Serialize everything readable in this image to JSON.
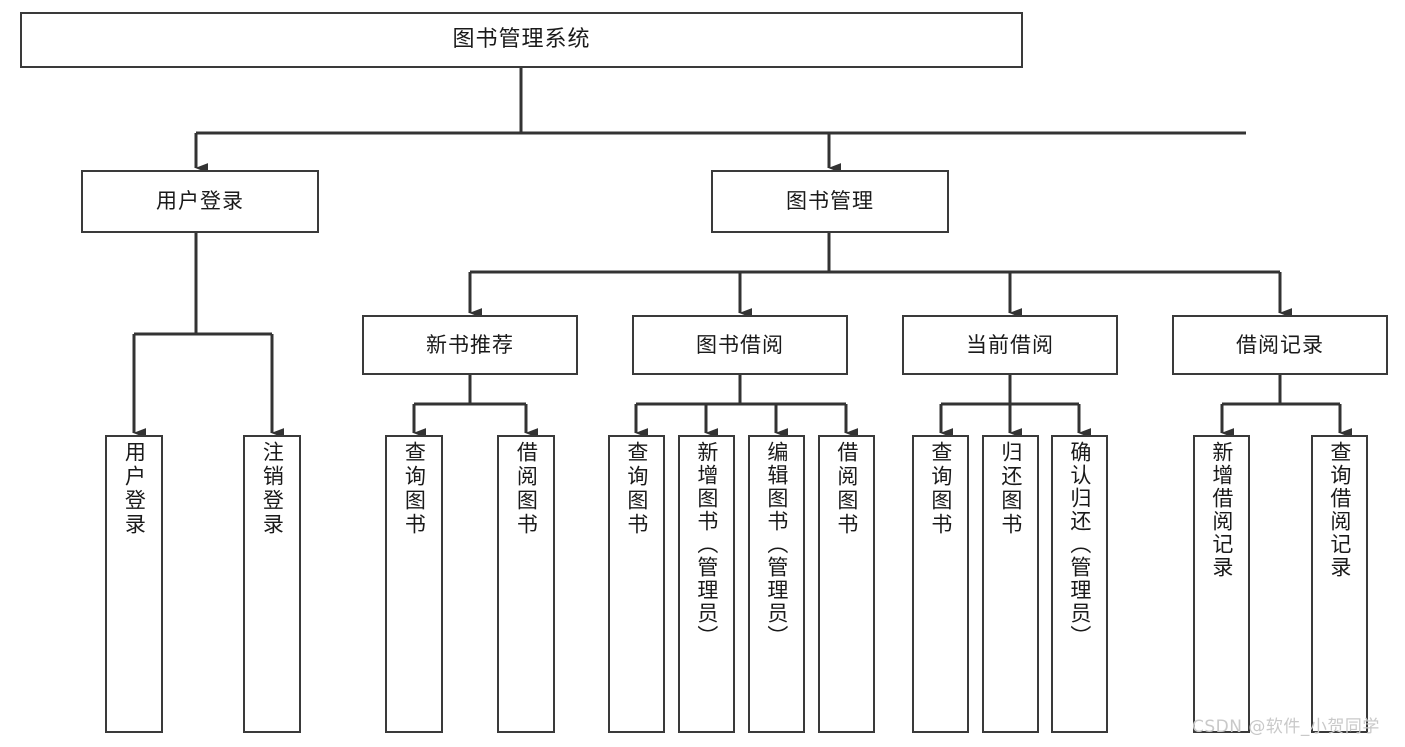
{
  "diagram": {
    "type": "tree-hierarchy-chart",
    "title": "图书管理系统",
    "watermark": "CSDN @软件_小贺同学",
    "colors": {
      "box_border": "#3a3a3a",
      "box_fill": "#ffffff",
      "connector": "#333333",
      "text": "#1a1a1a",
      "watermark": "#c9c9c9",
      "background": "#ffffff"
    },
    "levels": {
      "level1": [
        {
          "id": "root",
          "label": "图书管理系统",
          "orientation": "horizontal"
        }
      ],
      "level2": [
        {
          "id": "user-login",
          "label": "用户登录",
          "orientation": "horizontal"
        },
        {
          "id": "book-manage",
          "label": "图书管理",
          "orientation": "horizontal"
        }
      ],
      "level3": [
        {
          "id": "new-book-rec",
          "label": "新书推荐",
          "orientation": "horizontal",
          "parent": "book-manage"
        },
        {
          "id": "book-borrow",
          "label": "图书借阅",
          "orientation": "horizontal",
          "parent": "book-manage"
        },
        {
          "id": "current-borrow",
          "label": "当前借阅",
          "orientation": "horizontal",
          "parent": "book-manage"
        },
        {
          "id": "borrow-record",
          "label": "借阅记录",
          "orientation": "horizontal",
          "parent": "book-manage"
        }
      ],
      "level4": [
        {
          "id": "leaf-user-login",
          "label": "用户登录",
          "orientation": "vertical",
          "parent": "user-login"
        },
        {
          "id": "leaf-user-logout",
          "label": "注销登录",
          "orientation": "vertical",
          "parent": "user-login"
        },
        {
          "id": "leaf-query-book-1",
          "label": "查询图书",
          "orientation": "vertical",
          "parent": "new-book-rec"
        },
        {
          "id": "leaf-borrow-book-1",
          "label": "借阅图书",
          "orientation": "vertical",
          "parent": "new-book-rec"
        },
        {
          "id": "leaf-query-book-2",
          "label": "查询图书",
          "orientation": "vertical",
          "parent": "book-borrow"
        },
        {
          "id": "leaf-add-book",
          "label": "新增图书（管理员）",
          "orientation": "vertical",
          "parent": "book-borrow"
        },
        {
          "id": "leaf-edit-book",
          "label": "编辑图书（管理员）",
          "orientation": "vertical",
          "parent": "book-borrow"
        },
        {
          "id": "leaf-borrow-book-2",
          "label": "借阅图书",
          "orientation": "vertical",
          "parent": "book-borrow"
        },
        {
          "id": "leaf-query-book-3",
          "label": "查询图书",
          "orientation": "vertical",
          "parent": "current-borrow"
        },
        {
          "id": "leaf-return-book",
          "label": "归还图书",
          "orientation": "vertical",
          "parent": "current-borrow"
        },
        {
          "id": "leaf-confirm-return",
          "label": "确认归还（管理员）",
          "orientation": "vertical",
          "parent": "current-borrow"
        },
        {
          "id": "leaf-add-record",
          "label": "新增借阅记录",
          "orientation": "vertical",
          "parent": "borrow-record"
        },
        {
          "id": "leaf-query-record",
          "label": "查询借阅记录",
          "orientation": "vertical",
          "parent": "borrow-record"
        }
      ]
    }
  }
}
